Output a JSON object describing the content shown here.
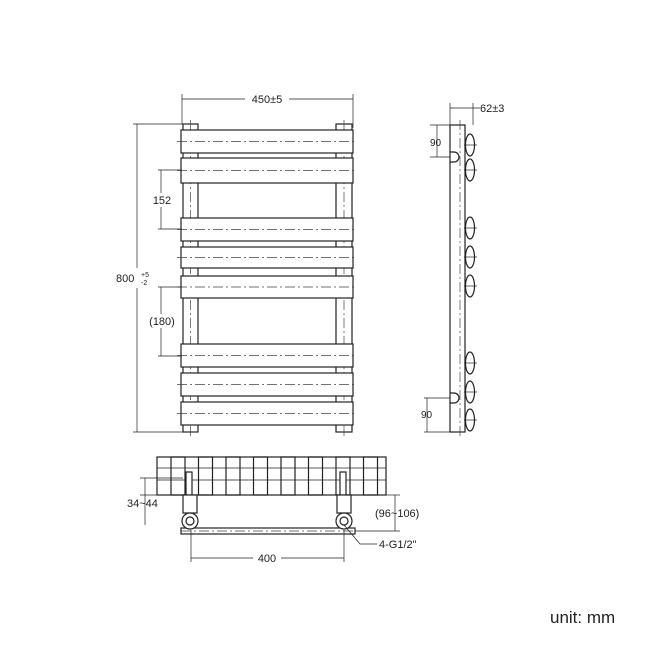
{
  "front_view": {
    "width_dim": "450±5",
    "height_dim": "800",
    "height_tol_upper": "+5",
    "height_tol_lower": "-2",
    "bar_spacing_dim": "152",
    "gap_dim": "(180)",
    "bar_count": 8
  },
  "side_view": {
    "depth_dim": "62±3",
    "top_bracket_dim": "90",
    "bottom_bracket_dim": "90"
  },
  "bottom_view": {
    "valve_height_dim": "34~44",
    "wall_distance_dim": "(96~106)",
    "pipe_centers_dim": "400",
    "connection_label": "4-G1/2\""
  },
  "unit_label": "unit: mm"
}
